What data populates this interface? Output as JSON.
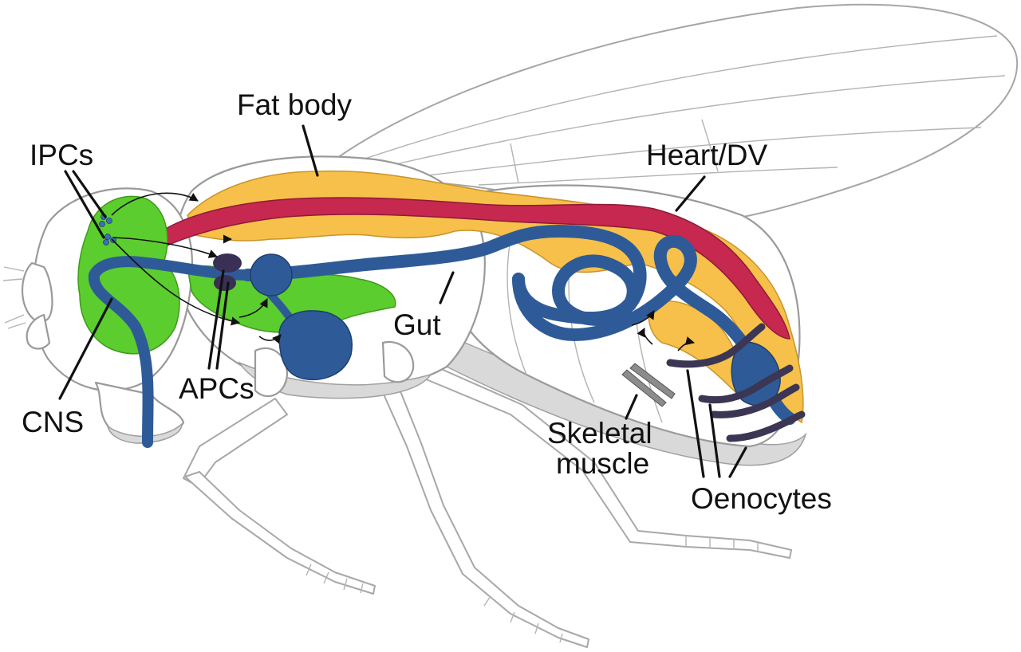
{
  "labels": {
    "fat_body": "Fat body",
    "ipcs": "IPCs",
    "heart": "Heart/DV",
    "gut": "Gut",
    "apcs": "APCs",
    "cns": "CNS",
    "skeletal_line1": "Skeletal",
    "skeletal_line2": "muscle",
    "oenocytes": "Oenocytes"
  },
  "colors": {
    "cns": "#5ccd2e",
    "gut": "#2e5b98",
    "fat_body": "#f6c04a",
    "heart": "#c7284f",
    "oenocytes": "#3b3654",
    "apcs": "#3a2f55"
  }
}
